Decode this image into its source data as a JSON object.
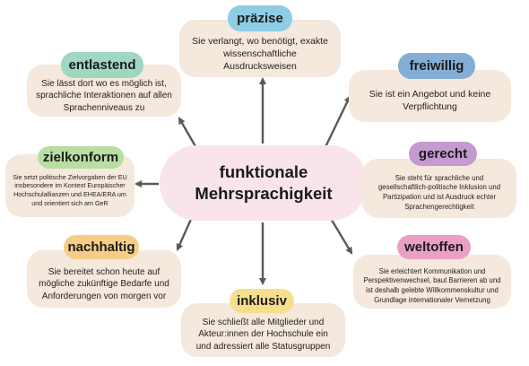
{
  "center": {
    "title": "funktionale\nMehrsprachigkeit",
    "color": "#f9e4e9"
  },
  "card_color": "#f5e8dc",
  "arrow_color": "#595959",
  "nodes": {
    "praezise": {
      "label": "präzise",
      "color": "#8ecde6",
      "text": "Sie verlangt, wo benötigt, exakte\nwissenschaftliche\nAusdrucksweisen"
    },
    "entlastend": {
      "label": "entlastend",
      "color": "#9fd7c2",
      "text": "Sie lässt dort wo es möglich ist,\nsprachliche Interaktionen auf allen\nSprachenniveaus zu"
    },
    "freiwillig": {
      "label": "freiwillig",
      "color": "#84aed6",
      "text": "Sie ist ein Angebot und keine\nVerpflichtung"
    },
    "zielkonform": {
      "label": "zielkonform",
      "color": "#b8dea3",
      "text": "Sie setzt politische Zielvorgaben der EU\ninsbesondere im Kontext Europäischer\nHochschulallianzen und EHEA/ERA um\nund orientiert sich am GeR"
    },
    "gerecht": {
      "label": "gerecht",
      "color": "#c49ad0",
      "text": "Sie steht für sprachliche und\ngesellschaftlich-politische Inklusion und\nPartizipation und ist Ausdruck echter\nSprachengerechtigkeit"
    },
    "nachhaltig": {
      "label": "nachhaltig",
      "color": "#f5cd86",
      "text": "Sie bereitet schon heute auf\nmögliche zukünftige Bedarfe und\nAnforderungen von morgen vor"
    },
    "weltoffen": {
      "label": "weltoffen",
      "color": "#eaa0c3",
      "text": "Sie erleichtert Kommunikation und\nPerspektivenwechsel, baut Barrieren ab und\nist deshalb gelebte Willkommenskultur und\nGrundlage internationaler Vernetzung"
    },
    "inklusiv": {
      "label": "inklusiv",
      "color": "#f5df8c",
      "text": "Sie schließt alle Mitglieder und\nAkteur:innen der Hochschule ein\nund adressiert alle Statusgruppen"
    }
  }
}
